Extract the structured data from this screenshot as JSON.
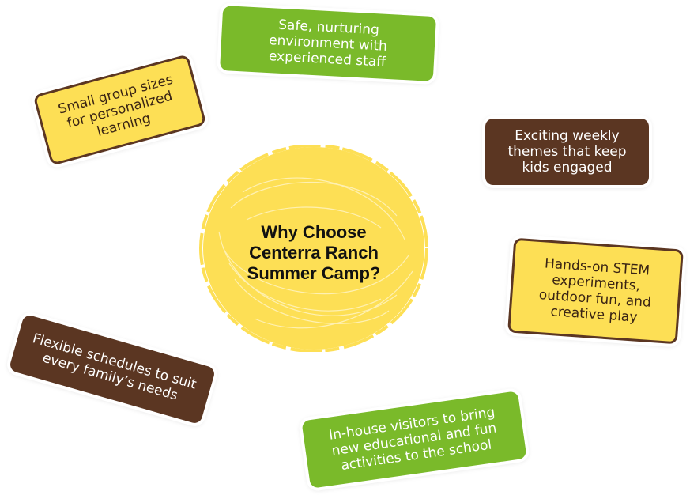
{
  "center": {
    "title": "Why Choose\nCenterra Ranch\nSummer Camp?"
  },
  "cards": {
    "safe": "Safe, nurturing\nenvironment with\nexperienced staff",
    "small_groups": "Small group sizes\nfor personalized\nlearning",
    "weekly_themes": "Exciting weekly\nthemes that keep\nkids engaged",
    "stem": "Hands-on STEM\nexperiments,\noutdoor fun, and\ncreative play",
    "flexible": "Flexible schedules to suit\nevery family’s needs",
    "visitors": "In-house visitors to bring\nnew educational and fun\nactivities to the school"
  },
  "colors": {
    "green": "#7aba2a",
    "brown": "#5b3622",
    "yellow": "#fddf55"
  }
}
